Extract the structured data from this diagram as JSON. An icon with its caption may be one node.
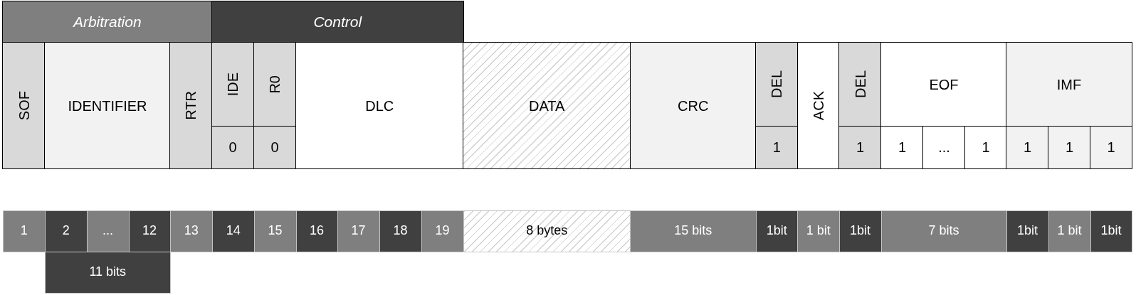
{
  "diagram": {
    "nodes": [
      {
        "text": [
          "Arbitration"
        ]
      },
      {
        "text": [
          "Control"
        ]
      },
      {
        "text": [
          "SOF"
        ]
      },
      {
        "text": [
          "IDENTIFIER"
        ]
      },
      {
        "text": [
          "RTR"
        ]
      },
      {
        "text": [
          "IDE"
        ]
      },
      {
        "text": [
          "R0"
        ]
      },
      {
        "text": [
          "DLC"
        ]
      },
      {
        "text": [
          "DATA"
        ]
      },
      {
        "text": [
          "CRC"
        ]
      },
      {
        "text": [
          "DEL"
        ]
      },
      {
        "text": [
          "ACK"
        ]
      },
      {
        "text": [
          "DEL"
        ]
      },
      {
        "text": [
          "EOF"
        ]
      },
      {
        "text": [
          "IMF"
        ]
      },
      {
        "text": [
          "0"
        ]
      },
      {
        "text": [
          "0"
        ]
      },
      {
        "text": [
          "1"
        ]
      },
      {
        "text": [
          "1"
        ]
      },
      {
        "text": [
          "1"
        ]
      },
      {
        "text": [
          "..."
        ]
      },
      {
        "text": [
          "1"
        ]
      },
      {
        "text": [
          "1"
        ]
      },
      {
        "text": [
          "1"
        ]
      },
      {
        "text": [
          "1"
        ]
      },
      {
        "text": [
          "1"
        ]
      },
      {
        "text": [
          "2"
        ]
      },
      {
        "text": [
          "..."
        ]
      },
      {
        "text": [
          "12"
        ]
      },
      {
        "text": [
          "13"
        ]
      },
      {
        "text": [
          "14"
        ]
      },
      {
        "text": [
          "15"
        ]
      },
      {
        "text": [
          "16"
        ]
      },
      {
        "text": [
          "17"
        ]
      },
      {
        "text": [
          "18"
        ]
      },
      {
        "text": [
          "19"
        ]
      },
      {
        "text": [
          "8 bytes"
        ]
      },
      {
        "text": [
          "15 bits"
        ]
      },
      {
        "text": [
          "1bit"
        ]
      },
      {
        "text": [
          "1 bit"
        ]
      },
      {
        "text": [
          "1bit"
        ]
      },
      {
        "text": [
          "7 bits"
        ]
      },
      {
        "text": [
          "1bit"
        ]
      },
      {
        "text": [
          "1 bit"
        ]
      },
      {
        "text": [
          "1bit"
        ]
      },
      {
        "text": [
          "11 bits"
        ]
      }
    ]
  }
}
